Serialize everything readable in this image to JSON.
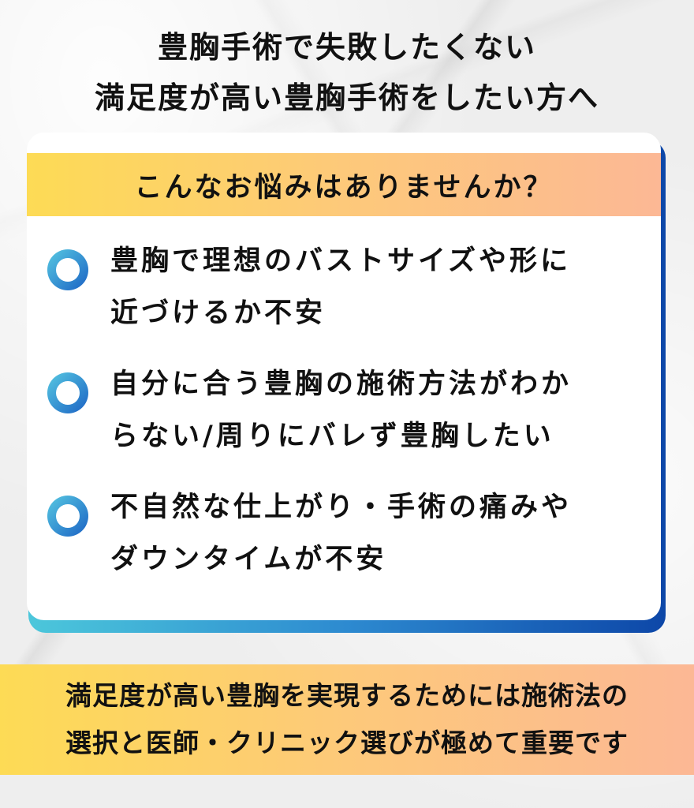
{
  "headline": {
    "line1": "豊胸手術で失敗したくない",
    "line2": "満足度が高い豊胸手術をしたい方へ"
  },
  "card": {
    "title": "こんなお悩みはありませんか？",
    "items": [
      {
        "icon": "ring-bullet-icon",
        "line1": "豊胸で理想のバストサイズや形に",
        "line2": "近づけるか不安"
      },
      {
        "icon": "ring-bullet-icon",
        "line1": "自分に合う豊胸の施術方法がわか",
        "line2": "らない/周りにバレず豊胸したい"
      },
      {
        "icon": "ring-bullet-icon",
        "line1": "不自然な仕上がり・手術の痛みや",
        "line2": "ダウンタイムが不安"
      }
    ]
  },
  "banner": {
    "line1": "満足度が高い豊胸を実現するためには施術法の",
    "line2": "選択と医師・クリニック選びが極めて重要です"
  },
  "colors": {
    "header_gradient": [
      "#fddb55",
      "#fcb895"
    ],
    "accent_gradient": [
      "#4cc7db",
      "#0d47a8"
    ],
    "background": "#eeeeee"
  }
}
